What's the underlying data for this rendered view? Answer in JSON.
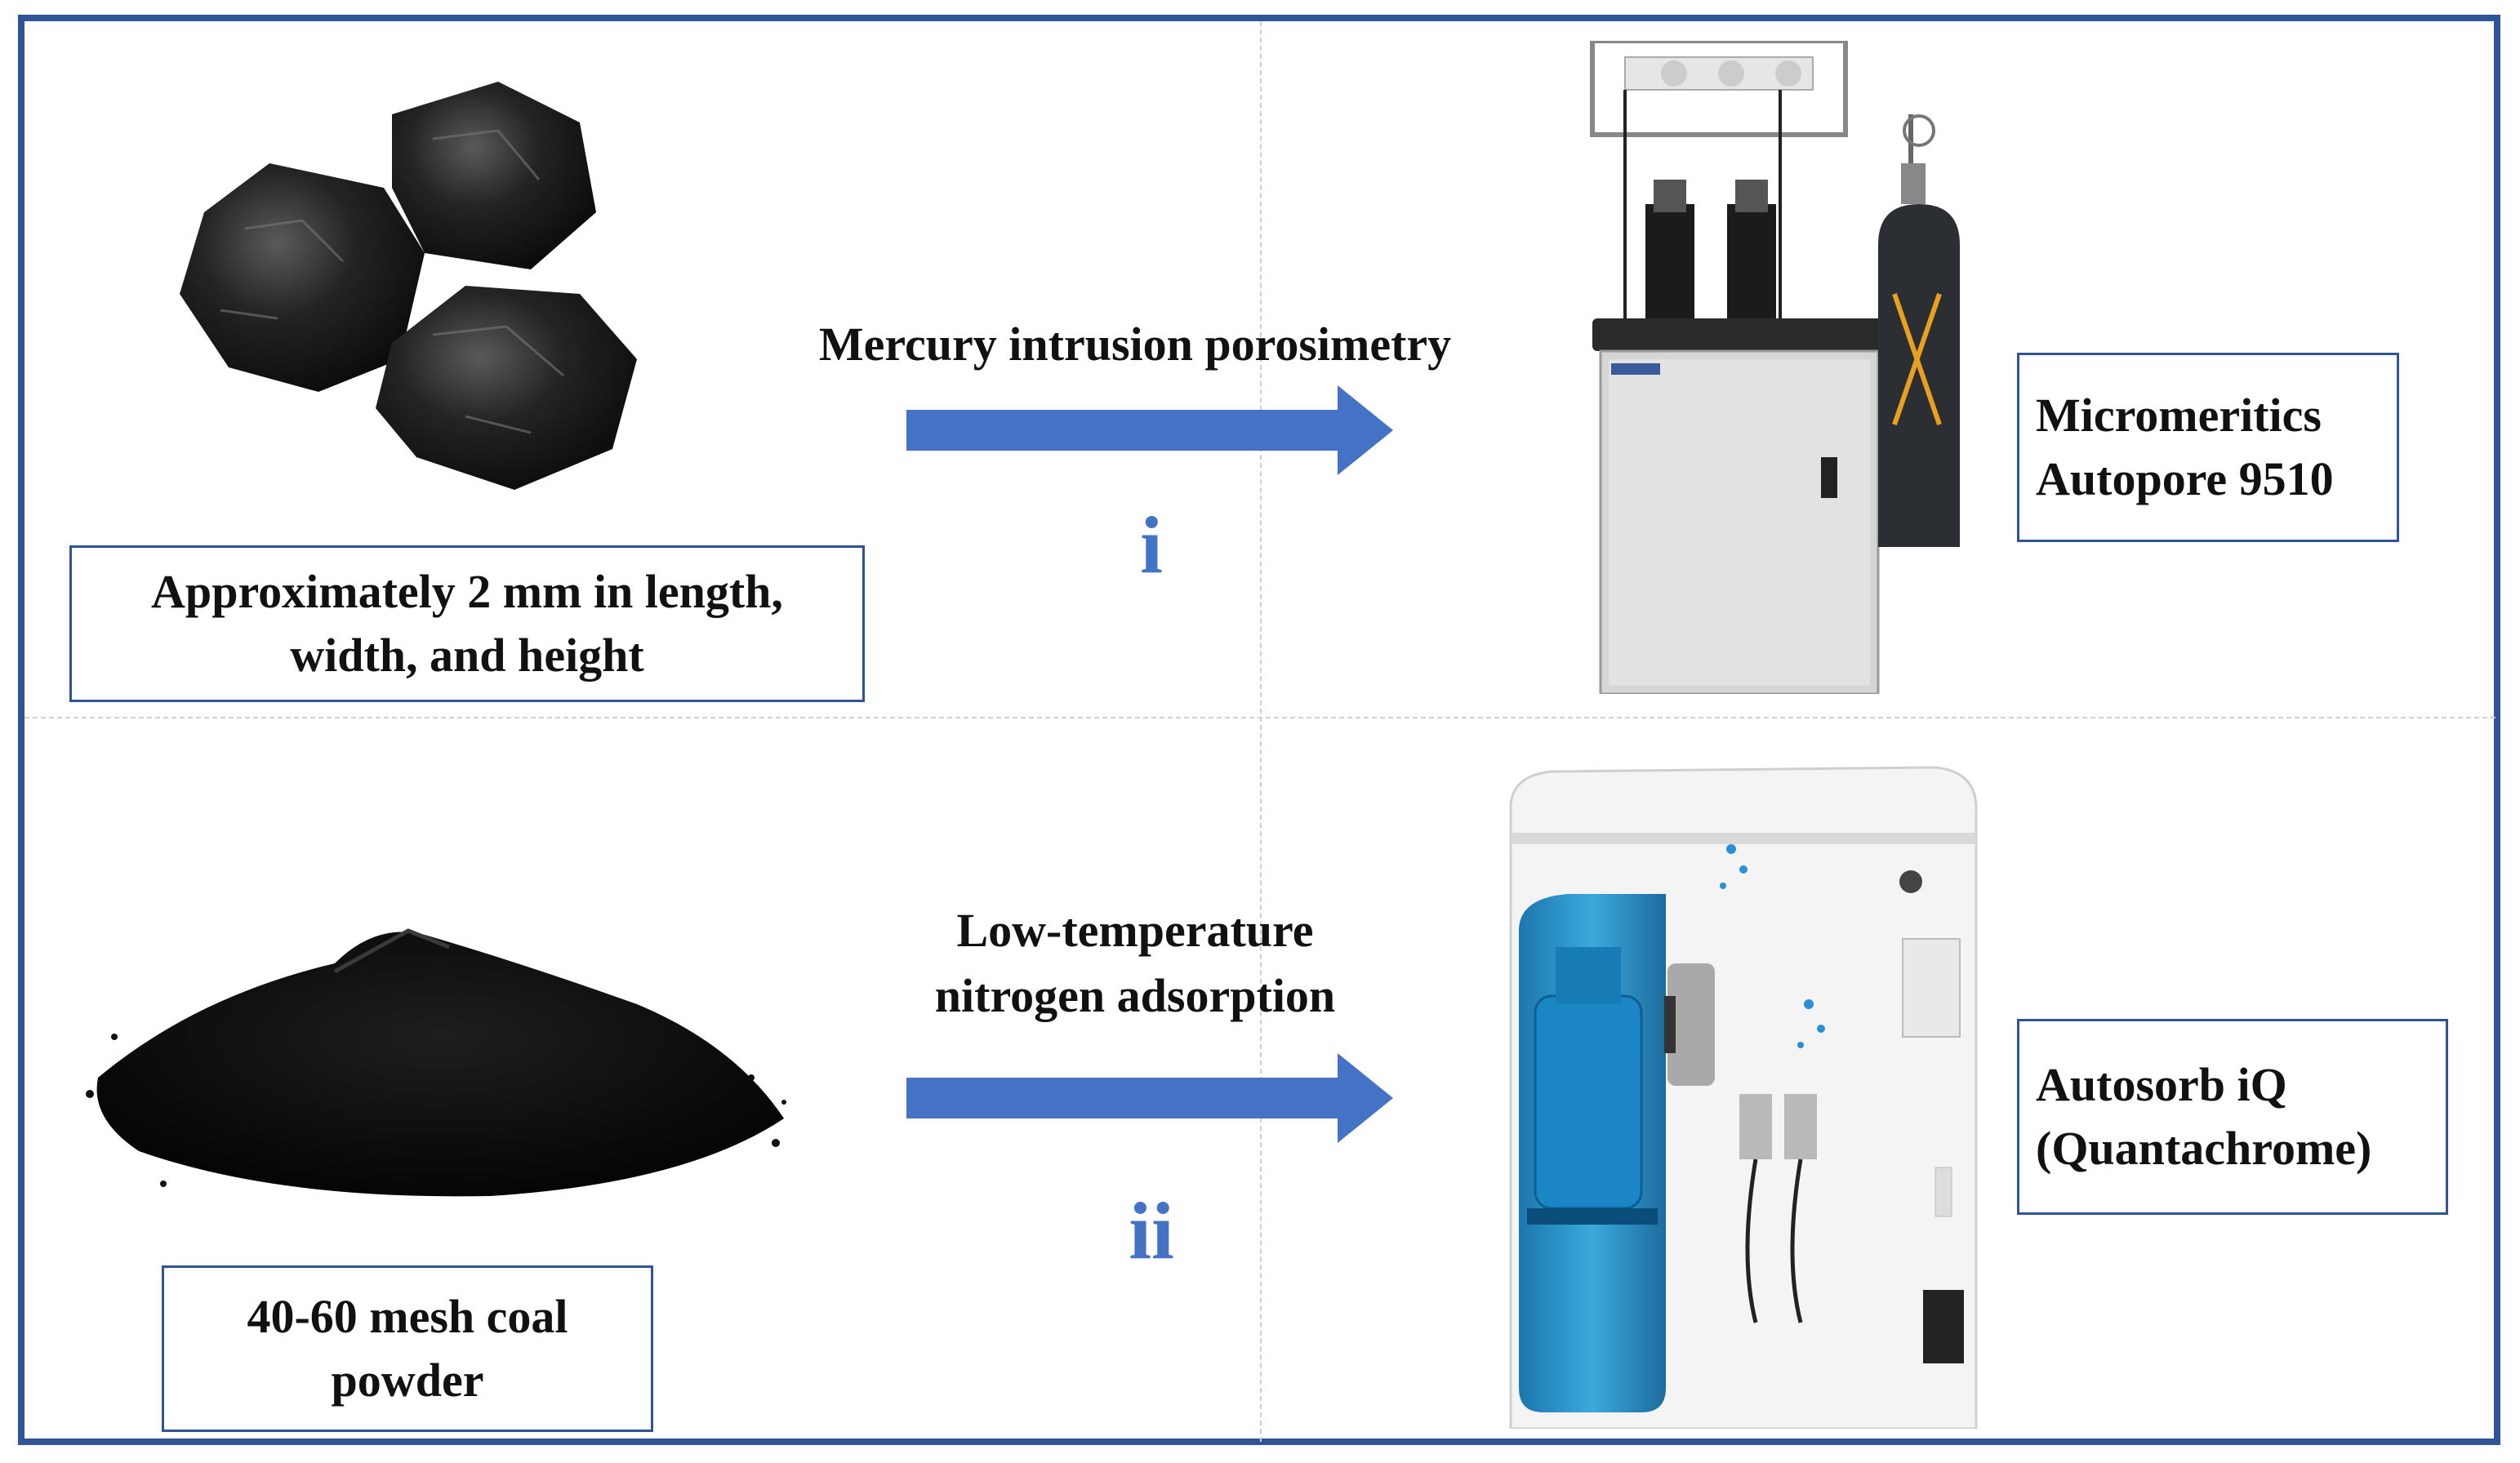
{
  "colors": {
    "frame": "#2f5597",
    "arrow": "#4472c4",
    "numeral": "#4472c4"
  },
  "row1": {
    "sample_label": "Approximately 2 mm in length,\nwidth, and height",
    "method": "Mercury intrusion porosimetry",
    "numeral": "i",
    "instrument_label": "Micromeritics\nAutopore 9510"
  },
  "row2": {
    "sample_label": "40-60 mesh coal\npowder",
    "method": "Low-temperature\nnitrogen adsorption",
    "numeral": "ii",
    "instrument_label": "Autosorb iQ\n(Quantachrome)"
  },
  "icons": [
    "coal-lumps-image",
    "porosimeter-image",
    "gas-cylinder-image",
    "coal-powder-image",
    "sorption-analyzer-image",
    "arrow-right-icon"
  ]
}
